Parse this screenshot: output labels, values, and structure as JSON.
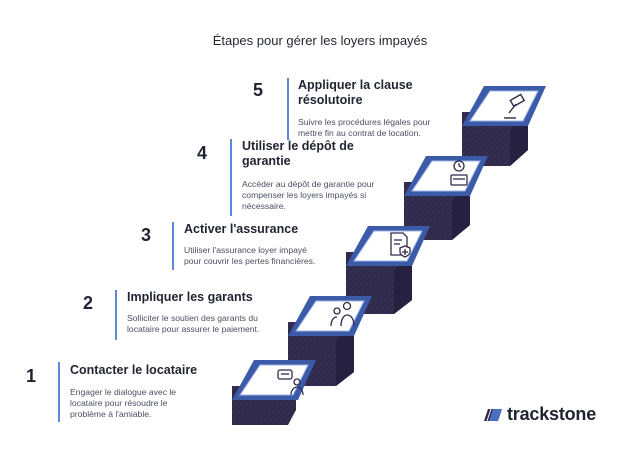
{
  "title": "Étapes pour gérer les loyers impayés",
  "steps": [
    {
      "number": "1",
      "title": "Contacter le locataire",
      "desc": [
        "Engager le dialogue avec le",
        "locataire pour résoudre le",
        "problème à l'amiable."
      ],
      "icon": "chat-person-icon"
    },
    {
      "number": "2",
      "title": "Impliquer les garants",
      "desc": [
        "Solliciter le soutien des garants du",
        "locataire pour assurer le paiement."
      ],
      "icon": "people-support-icon"
    },
    {
      "number": "3",
      "title": "Activer l'assurance",
      "desc": [
        "Utiliser l'assurance loyer impayé",
        "pour couvrir les pertes financières."
      ],
      "icon": "insurance-document-icon"
    },
    {
      "number": "4",
      "title": [
        "Utiliser le dépôt de",
        "garantie"
      ],
      "desc": [
        "Accéder au dépôt de garantie pour",
        "compenser les loyers impayés si",
        "nécessaire."
      ],
      "icon": "deposit-clock-icon"
    },
    {
      "number": "5",
      "title": [
        "Appliquer la clause",
        "résolutoire"
      ],
      "desc": [
        "Suivre les procédures légales pour",
        "mettre fin au contrat de location."
      ],
      "icon": "gavel-icon"
    }
  ],
  "brand": {
    "name": "trackstone"
  },
  "colors": {
    "accent": "#5b8ad8",
    "stair_dark": "#2f2a4a",
    "stair_top": "#3b5aa8"
  }
}
